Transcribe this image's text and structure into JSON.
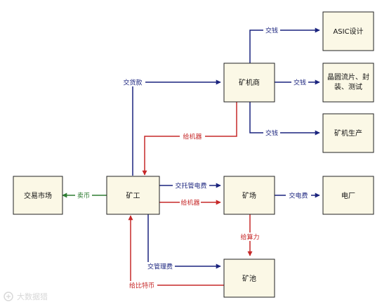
{
  "nodes": {
    "market": "交易市场",
    "miner": "矿工",
    "manufacturer": "矿机商",
    "asic": "ASIC设计",
    "wafer_line1": "晶圆流片、封",
    "wafer_line2": "装、测试",
    "production": "矿机生产",
    "farm": "矿场",
    "power": "电厂",
    "pool": "矿池"
  },
  "edges": {
    "pay_asic": "交钱",
    "pay_wafer": "交钱",
    "pay_production": "交钱",
    "payment": "交货款",
    "give_machine": "给机器",
    "sell_coin": "卖币",
    "hosting_fee": "交托管电费",
    "give_machine_farm": "给机器",
    "power_fee": "交电费",
    "hash_power": "给算力",
    "management_fee": "交管理费",
    "give_bitcoin": "给比特币"
  },
  "colors": {
    "blue": "#1a237e",
    "red": "#c62828",
    "green": "#2e7d32"
  },
  "watermark": {
    "text": "大数据猎"
  }
}
